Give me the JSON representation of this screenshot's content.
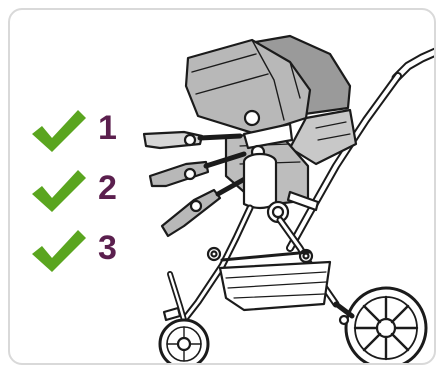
{
  "illustration": {
    "subject": "stroller-seat-recline-positions",
    "icon": "stroller-illustration"
  },
  "checklist": {
    "icon": "check-icon",
    "items": [
      {
        "number": "1"
      },
      {
        "number": "2"
      },
      {
        "number": "3"
      }
    ]
  },
  "colors": {
    "check": "#5aa51f",
    "number": "#5b1f4e",
    "outline": "#1b1b1b",
    "fabric": "#b8b8b8",
    "fabric_dark": "#8f8f8f",
    "frame_border": "#d9d9d9"
  }
}
